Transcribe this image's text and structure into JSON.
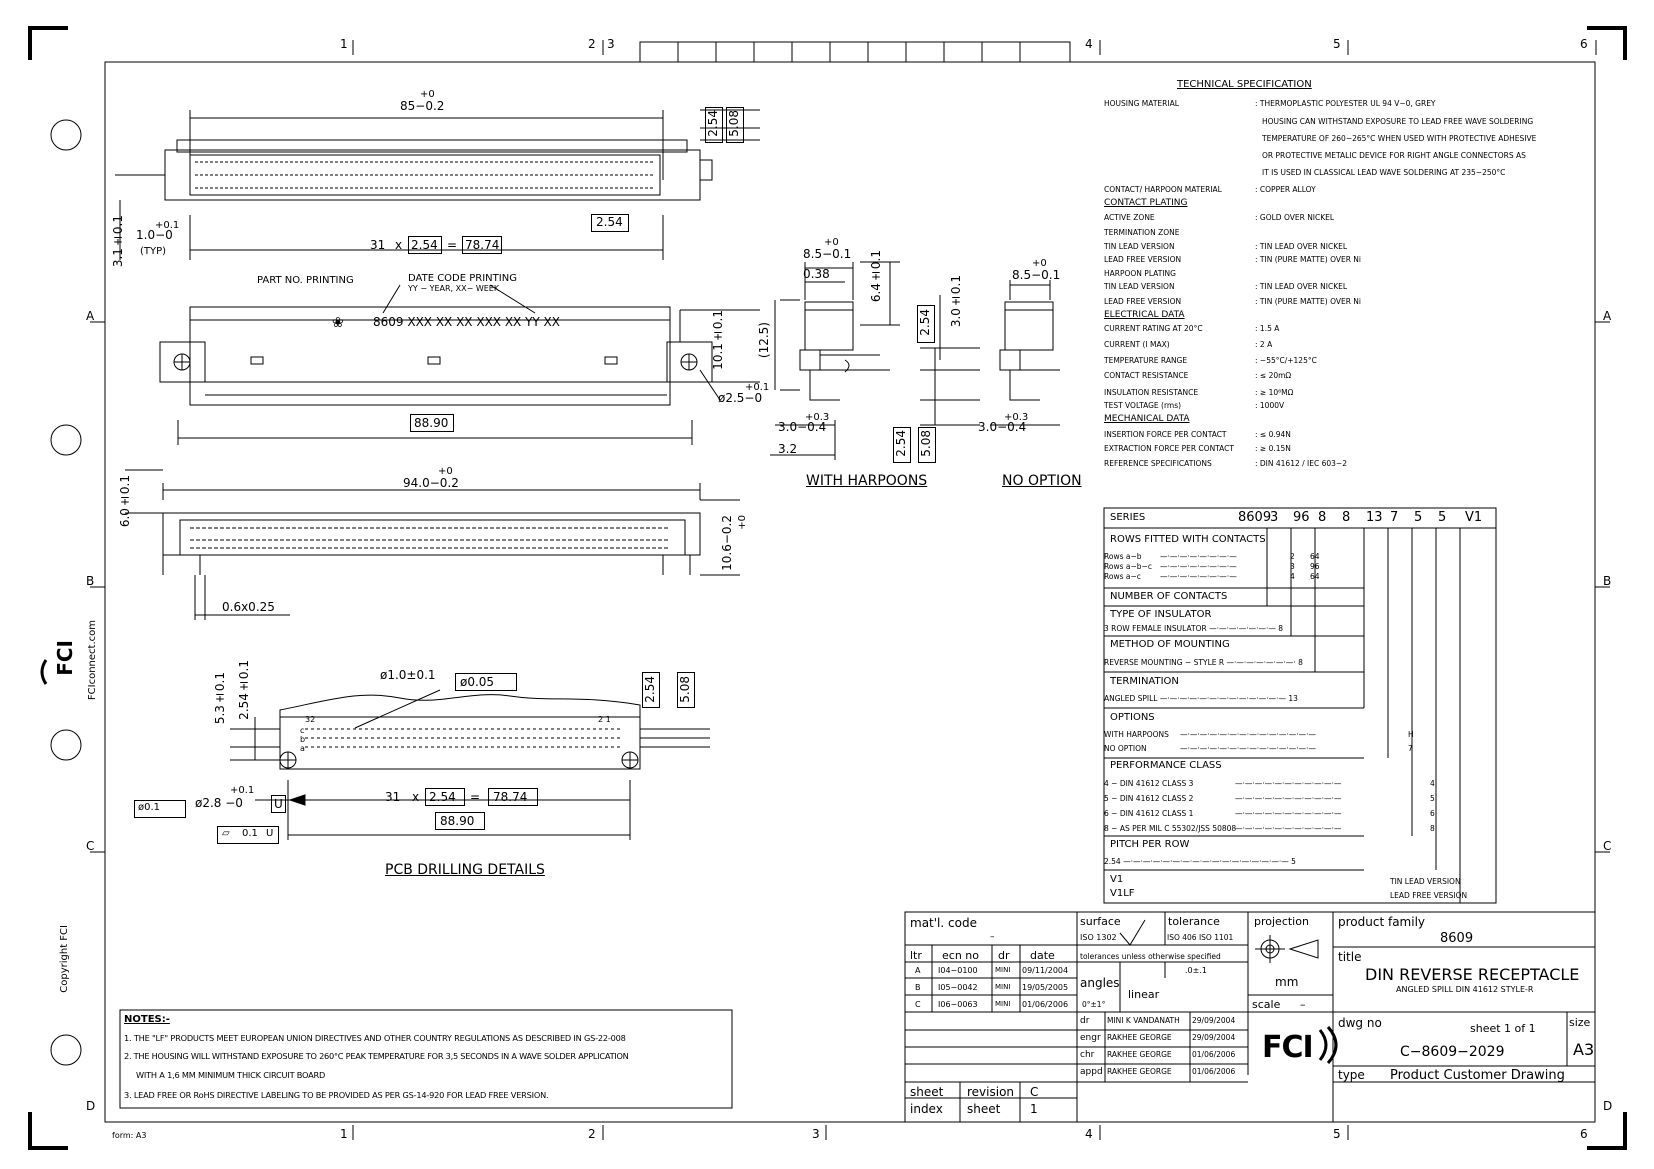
{
  "frame": {
    "col_labels": [
      "1",
      "2",
      "3",
      "4",
      "5",
      "6"
    ],
    "row_labels": [
      "A",
      "B",
      "C",
      "D"
    ],
    "form": "form: A3",
    "company_url": "FCIconnect.com",
    "copyright": "Copyright FCI"
  },
  "drawing": {
    "dims": {
      "overall_length": "85−0.2",
      "overall_tol": "+0",
      "h254": "2.54",
      "h508": "5.08",
      "pitch_254": "2.54",
      "side_31": "3.1±0.1",
      "typ_10": "1.0−0",
      "typ_tol": "+0.1",
      "typ": "(TYP)",
      "pitch_calc_n": "31",
      "pitch_calc_x": "x",
      "pitch_calc_p": "2.54",
      "pitch_calc_eq": "=",
      "pitch_calc_r": "78.74",
      "part_no_printing": "PART NO. PRINTING",
      "date_code_printing": "DATE CODE PRINTING",
      "date_code_desc": "YY − YEAR, XX− WEEK",
      "marking": "8609 XXX XX XX XXX XX  YY XX",
      "h101": "10.1±0.1",
      "len_8890": "88.90",
      "hole_25": "ø2.5−0",
      "hole_25_tol": "+0.1",
      "len_940": "94.0−0.2",
      "len_940_tol": "+0",
      "h60": "6.0±0.1",
      "h106": "10.6−0.2",
      "h106_tol": "+0",
      "pin_size": "0.6x0.25",
      "side_85": "8.5−0.1",
      "side_85_tol": "+0",
      "side_038": "0.38",
      "side_64": "6.4±0.1",
      "side_125": "(12.5)",
      "side_254": "2.54",
      "side_30": "3.0±0.1",
      "side_30b": "3.0−0.4",
      "side_30b_tol": "+0.3",
      "side_32": "3.2",
      "side_254b": "2.54",
      "side_508b": "5.08",
      "no_85": "8.5−0.1",
      "no_85_tol": "+0",
      "no_30": "3.0−0.4",
      "no_30_tol": "+0.3",
      "with_harpoons": "WITH HARPOONS",
      "no_option": "NO OPTION",
      "pcb_hole": "ø1.0±0.1",
      "pcb_pos": "ø0.05",
      "pcb_53": "5.3±0.1",
      "pcb_254": "2.54±0.1",
      "pcb_254r": "2.54",
      "pcb_508r": "5.08",
      "pcb_32": "32",
      "pcb_21": "2 1",
      "pcb_cba": "c b a",
      "pcb_28": "ø2.8 −0",
      "pcb_28_tol": "+0.1",
      "pcb_u": "U",
      "pcb_pos01": "ø0.1",
      "pcb_flat": "0.1",
      "pcb_n": "31",
      "pcb_x": "x",
      "pcb_p": "2.54",
      "pcb_eq": "=",
      "pcb_r": "78.74",
      "pcb_8890": "88.90",
      "pcb_title": "PCB DRILLING DETAILS"
    }
  },
  "spec": {
    "title": "TECHNICAL SPECIFICATION",
    "rows": [
      {
        "k": "HOUSING MATERIAL",
        "v": ": THERMOPLASTIC POLYESTER UL 94 V−0, GREY"
      },
      {
        "k": "",
        "v": "HOUSING CAN WITHSTAND EXPOSURE TO LEAD FREE WAVE SOLDERING"
      },
      {
        "k": "",
        "v": "TEMPERATURE OF 260−265°C WHEN USED WITH PROTECTIVE ADHESIVE"
      },
      {
        "k": "",
        "v": "OR PROTECTIVE METALIC DEVICE FOR RIGHT ANGLE CONNECTORS AS"
      },
      {
        "k": "",
        "v": "IT IS USED IN CLASSICAL LEAD WAVE SOLDERING AT 235−250°C"
      },
      {
        "k": "CONTACT/ HARPOON MATERIAL",
        "v": ": COPPER ALLOY"
      },
      {
        "k": "CONTACT PLATING",
        "v": ""
      },
      {
        "k": "ACTIVE ZONE",
        "v": ": GOLD OVER NICKEL"
      },
      {
        "k": "TERMINATION ZONE",
        "v": ""
      },
      {
        "k": "TIN LEAD VERSION",
        "v": ":  TIN LEAD OVER NICKEL"
      },
      {
        "k": "LEAD FREE VERSION",
        "v": ":  TIN (PURE MATTE) OVER Ni"
      },
      {
        "k": "HARPOON PLATING",
        "v": ""
      },
      {
        "k": "TIN LEAD VERSION",
        "v": ":  TIN LEAD OVER NICKEL"
      },
      {
        "k": "LEAD FREE VERSION",
        "v": ":  TIN (PURE MATTE) OVER Ni"
      },
      {
        "k": "ELECTRICAL DATA",
        "v": ""
      },
      {
        "k": "CURRENT RATING AT 20°C",
        "v": ": 1.5 A"
      },
      {
        "k": "CURRENT (I MAX)",
        "v": ": 2 A"
      },
      {
        "k": "TEMPERATURE RANGE",
        "v": ": −55°C/+125°C"
      },
      {
        "k": "CONTACT RESISTANCE",
        "v": ": ≤ 20mΩ"
      },
      {
        "k": "INSULATION RESISTANCE",
        "v": ": ≥ 10⁶MΩ"
      },
      {
        "k": "TEST VOLTAGE (rms)",
        "v": ": 1000V"
      },
      {
        "k": "MECHANICAL DATA",
        "v": ""
      },
      {
        "k": "INSERTION FORCE PER CONTACT",
        "v": ": ≤ 0.94N"
      },
      {
        "k": "EXTRACTION FORCE PER CONTACT",
        "v": ": ≥ 0.15N"
      },
      {
        "k": "REFERENCE SPECIFICATIONS",
        "v": ": DIN 41612 / IEC 603−2"
      }
    ]
  },
  "ordering": {
    "series_label": "SERIES",
    "code": [
      "8609",
      "3",
      "96",
      "8",
      "8",
      "13",
      "7",
      "5",
      "5",
      "V1"
    ],
    "rows_fitted": "ROWS FITTED WITH CONTACTS",
    "rows_lines": [
      {
        "l": "Rows a−b",
        "c": "2",
        "n": "64"
      },
      {
        "l": "Rows a−b−c",
        "c": "3",
        "n": "96"
      },
      {
        "l": "Rows a−c",
        "c": "4",
        "n": "64"
      }
    ],
    "num_contacts": "NUMBER OF CONTACTS",
    "type_ins": "TYPE OF INSULATOR",
    "type_ins_line": "3 ROW FEMALE INSULATOR",
    "type_ins_code": "8",
    "mounting": "METHOD OF MOUNTING",
    "mounting_line": "REVERSE MOUNTING − STYLE R",
    "mounting_code": "8",
    "termination": "TERMINATION",
    "termination_line": "ANGLED SPILL",
    "termination_code": "13",
    "options": "OPTIONS",
    "options_lines": [
      {
        "l": "WITH HARPOONS",
        "c": "H"
      },
      {
        "l": "NO OPTION",
        "c": "7"
      }
    ],
    "perf": "PERFORMANCE CLASS",
    "perf_lines": [
      {
        "l": "4 − DIN 41612 CLASS 3",
        "c": "4"
      },
      {
        "l": "5 − DIN 41612 CLASS 2",
        "c": "5"
      },
      {
        "l": "6 − DIN 41612 CLASS 1",
        "c": "6"
      },
      {
        "l": "8 − AS PER MIL C 55302/JSS 50808",
        "c": "8"
      }
    ],
    "pitch": "PITCH PER ROW",
    "pitch_line": "2.54",
    "pitch_code": "5",
    "v1": "V1",
    "v1_desc": "TIN LEAD VERSION",
    "v1lf": "V1LF",
    "v1lf_desc": "LEAD FREE VERSION"
  },
  "notes": {
    "title": "NOTES:-",
    "items": [
      "1. THE \"LF\" PRODUCTS MEET EUROPEAN UNION DIRECTIVES AND OTHER COUNTRY REGULATIONS AS DESCRIBED IN GS-22-008",
      "2. THE HOUSING WILL WITHSTAND EXPOSURE TO 260°C PEAK TEMPERATURE FOR 3,5 SECONDS IN A WAVE SOLDER APPLICATION",
      "WITH A 1,6 MM MINIMUM THICK CIRCUIT BOARD",
      "3. LEAD FREE OR RoHS DIRECTIVE LABELING TO BE PROVIDED AS PER GS-14-920 FOR LEAD FREE VERSION."
    ]
  },
  "titleblock": {
    "matl_code": "mat'l. code",
    "matl_val": "–",
    "surface": "surface",
    "surface_std": "ISO 1302",
    "tolerance": "tolerance",
    "tolerance_std": "ISO 406   ISO 1101",
    "projection": "projection",
    "product_family": "product family",
    "product_family_val": "8609",
    "title_label": "title",
    "title_main": "DIN REVERSE RECEPTACLE",
    "title_sub": "ANGLED SPILL DIN 41612 STYLE-R",
    "ltr": "ltr",
    "ecn_no": "ecn no",
    "dr": "dr",
    "date": "date",
    "revisions": [
      {
        "l": "A",
        "e": "I04−0100",
        "d": "MINI",
        "t": "09/11/2004"
      },
      {
        "l": "B",
        "e": "I05−0042",
        "d": "MINI",
        "t": "19/05/2005"
      },
      {
        "l": "C",
        "e": "I06−0063",
        "d": "MINI",
        "t": "01/06/2006"
      }
    ],
    "tol_unless": "tolerances unless otherwise specified",
    "angles": "angles",
    "linear": "linear",
    "angles_val": "0°±1°",
    "linear_val": ".0±.1",
    "unit": "mm",
    "scale": "scale",
    "scale_val": "–",
    "approvals": [
      {
        "r": "dr",
        "n": "MINI  K VANDANATH",
        "t": "29/09/2004"
      },
      {
        "r": "engr",
        "n": "RAKHEE GEORGE",
        "t": "29/09/2004"
      },
      {
        "r": "chr",
        "n": "RAKHEE GEORGE",
        "t": "01/06/2006"
      },
      {
        "r": "appd",
        "n": "RAKHEE GEORGE",
        "t": "01/06/2006"
      }
    ],
    "logo": "FCI",
    "dwg_no_label": "dwg no",
    "sheet_of": "sheet  1  of  1",
    "dwg_no": "C−8609−2029",
    "size_label": "size",
    "size_val": "A3",
    "type_label": "type",
    "type_val": "Product  Customer  Drawing",
    "sheet": "sheet",
    "index": "index",
    "revision": "revision",
    "sheet_word": "sheet",
    "revision_val": "C",
    "sheet_val": "1"
  }
}
